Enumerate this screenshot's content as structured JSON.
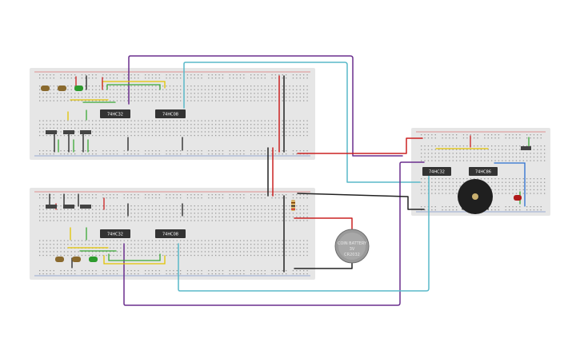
{
  "chips": [
    {
      "id": "u1",
      "label": "74HC32"
    },
    {
      "id": "u2",
      "label": "74HC08"
    },
    {
      "id": "u3",
      "label": "74HC32"
    },
    {
      "id": "u4",
      "label": "74HC08"
    },
    {
      "id": "u5",
      "label": "74HC32"
    },
    {
      "id": "u6",
      "label": "74HC86"
    }
  ],
  "battery": {
    "line1": "COIN BATTERY",
    "line2": "3V",
    "line3": "CR2032"
  },
  "colors": {
    "board": "#e6e6e6",
    "hole": "#9a9a9a",
    "rail_red": "#d33b3b",
    "rail_blue": "#4a6fc0",
    "wire_purple": "#6a2f8e",
    "wire_cyan": "#58b9c9",
    "wire_red": "#cc2222",
    "wire_black": "#222222",
    "wire_green": "#3aa835",
    "wire_yellow": "#e2c400",
    "wire_blue": "#2b6fd0",
    "chip": "#333333",
    "led_brown": "#8a6a2e",
    "led_green": "#2d9b2d",
    "led_red": "#b01a1a"
  }
}
